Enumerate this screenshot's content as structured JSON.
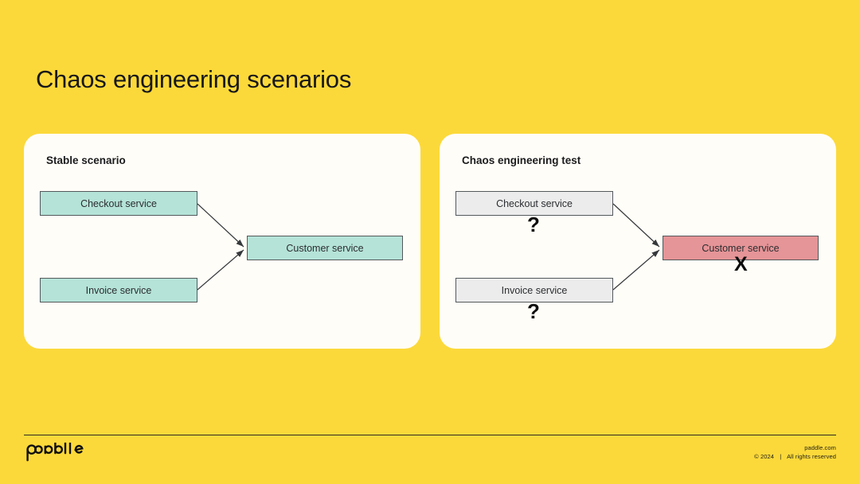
{
  "slide": {
    "title": "Chaos engineering scenarios",
    "background_color": "#fcd93a"
  },
  "cards": [
    {
      "heading": "Stable scenario",
      "nodes": {
        "checkout": "Checkout service",
        "invoice": "Invoice service",
        "customer": "Customer service"
      },
      "node_color": "#b5e3d8",
      "target_color": "#b5e3d8",
      "markers": {
        "checkout": "",
        "invoice": "",
        "customer": ""
      }
    },
    {
      "heading": "Chaos engineering test",
      "nodes": {
        "checkout": "Checkout service",
        "invoice": "Invoice service",
        "customer": "Customer service"
      },
      "node_color": "#ececec",
      "target_color": "#e59497",
      "markers": {
        "checkout": "?",
        "invoice": "?",
        "customer": "X"
      }
    }
  ],
  "footer": {
    "logo_text": "paddle",
    "site": "paddle.com",
    "copyright": "© 2024",
    "separator": "|",
    "rights": "All rights reserved"
  }
}
